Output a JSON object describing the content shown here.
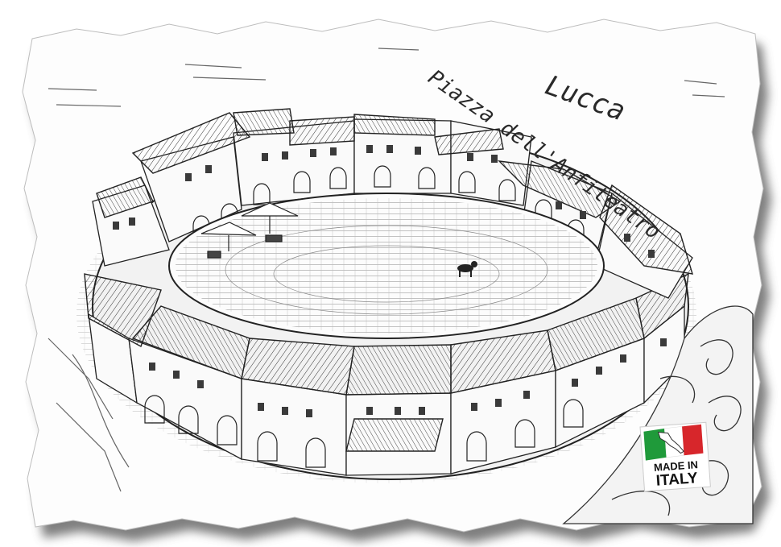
{
  "postcard": {
    "city_label": "Lucca",
    "place_label": "Piazza dell'Anfiteatro"
  },
  "badge": {
    "line1": "MADE IN",
    "line2": "ITALY",
    "flag_colors": [
      "#1f9a3a",
      "#ffffff",
      "#d7262b"
    ]
  },
  "colors": {
    "paper": "#fdfdfd",
    "shadow": "#6b6b6b",
    "ink": "#2a2a2a"
  }
}
